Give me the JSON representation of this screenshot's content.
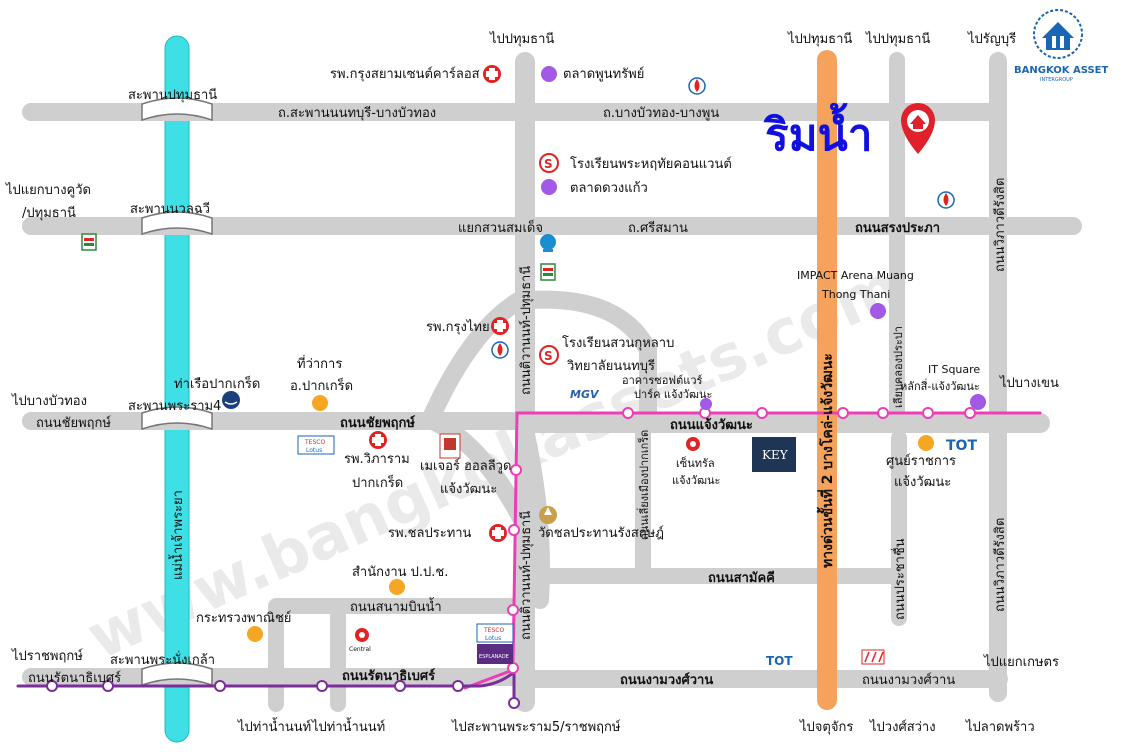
{
  "colors": {
    "road": "#cfcfcf",
    "river": "#3ee0e6",
    "expressway": "#f5a25d",
    "transit_pink": "#ec3fb7",
    "transit_purple": "#7a2e98",
    "station_fill": "#ffffff",
    "title": "#1010e0",
    "poi_orange": "#f5a623",
    "poi_purple": "#a259e6",
    "hospital_red": "#e02424"
  },
  "title": "ริมน้ำ",
  "logo": {
    "name": "BANGKOK ASSET",
    "sub": "INTERGROUP"
  },
  "watermark": "www.bangkokassets.com",
  "directions": {
    "top_pathum_1": "ไปปทุมธานี",
    "top_pathum_2": "ไปปทุมธานี",
    "top_pathum_3": "ไปปทุมธานี",
    "top_rangsit": "ไปรัญบุรี",
    "left_bangkhu_1": "ไปแยกบางคูวัด",
    "left_bangkhu_2": "/ปทุมธานี",
    "left_bangbuathong": "ไปบางบัวทอง",
    "left_ratchaphruek": "ไปราชพฤกษ์",
    "right_bangkhen": "ไปบางเขน",
    "right_kaset": "ไปแยกเกษตร",
    "bottom_thanon_1": "ไปท่าน้ำนนท์",
    "bottom_thanon_2": "ไปท่าน้ำนนท์",
    "bottom_rama5": "ไปสะพานพระราม5/ราชพฤกษ์",
    "bottom_chatuchak": "ไปจตุจักร",
    "bottom_wongsawang": "ไปวงศ์สว่าง",
    "bottom_ladprao": "ไปลาดพร้าว"
  },
  "bridges": {
    "pathum": "สะพานปทุมธานี",
    "nuanchawi": "สะพานนวลฉวี",
    "rama4": "สะพานพระราม4",
    "nangklao": "สะพานพระนั่งเกล้า"
  },
  "roads": {
    "nonthaburi_bangbuathong": "ถ.สะพานนนทบุรี-บางบัวทอง",
    "bangbuathong_bangphun": "ถ.บางบัวทอง-บางพูน",
    "srisaman": "ถ.ศรีสมาน",
    "songprapa": "ถนนสรงประภา",
    "chaiyaphruek_left": "ถนนชัยพฤกษ์",
    "chaiyaphruek": "ถนนชัยพฤกษ์",
    "chaengwattana": "ถนนแจ้งวัฒนะ",
    "samakkhi": "ถนนสามัคคี",
    "sanambinnam": "ถนนสนามบินน้ำ",
    "rattanathibet_left": "ถนนรัตนาธิเบศร์",
    "rattanathibet": "ถนนรัตนาธิเบศร์",
    "ngamwongwan": "ถนนงามวงศ์วาน",
    "ngamwongwan_right": "ถนนงามวงศ์วาน",
    "tiwanon_upper": "ถนนติวานนท์-ปทุมธานี",
    "tiwanon_lower": "ถนนติวานนท์-ปทุมธานี",
    "chaengwattana_exp": "ทางด่วนขั้นที่ 2 บางโคล่-แจ้งวัฒนะ",
    "lakhlongprapa": "เลียบคลองประปา",
    "prachachuen": "ถนนประชาชื่น",
    "vibhavadi_upper": "ถนนวิภาวดีรังสิต",
    "vibhavadi_lower": "ถนนวิภาวดีรังสิต",
    "liang_muang": "ถนนเลี่ยงเมืองปากเกร็ด",
    "chao_phraya": "แม่น้ำเจ้าพระยา",
    "suanson_junction": "แยกสวนสมเด็จ"
  },
  "pois": {
    "siam_hospital": "รพ.กรุงสยามเซนต์คาร์ลอส",
    "market_phun": "ตลาดพูนทรัพย์",
    "school_heart": "โรงเรียนพระหฤทัยคอนแวนต์",
    "market_duangkaew": "ตลาดดวงแก้ว",
    "impact_1": "IMPACT Arena Muang",
    "impact_2": "Thong Thani",
    "krungthai_hospital": "รพ.กรุงไทย",
    "school_suankularb_1": "โรงเรียนสวนกุหลาบ",
    "school_suankularb_2": "วิทยาลัยนนทบุรี",
    "district_office_1": "ที่ว่าการ",
    "district_office_2": "อ.ปากเกร็ด",
    "pier": "ท่าเรือปากเกร็ด",
    "tesco_1": "TESCO",
    "tesco_2": "Lotus",
    "viphavadi_hospital_1": "รพ.วิภาราม",
    "viphavadi_hospital_2": "ปากเกร็ด",
    "major_1": "เมเจอร์ ฮอลลีวูด",
    "major_2": "แจ้งวัฒนะ",
    "sofa_1": "อาคารซอฟต์แวร์",
    "sofa_2": "ปาร์ค แจ้งวัฒนะ",
    "central_1": "เซ็นทรัล",
    "central_2": "แจ้งวัฒนะ",
    "key": "KEY",
    "it_square_1": "IT Square",
    "it_square_2": "หลักสี่-แจ้งวัฒนะ",
    "gov_center_1": "ศูนย์ราชการ",
    "gov_center_2": "แจ้งวัฒนะ",
    "tot": "TOT",
    "chonprathan_hospital": "รพ.ชลประทาน",
    "wat_chonprathan": "วัดชลประทานรังสฤษฎ์",
    "nbc_office": "สำนักงาน ป.ป.ช.",
    "commerce_ministry": "กระทรวงพาณิชย์",
    "central_rattana": "Central",
    "esplanade": "ESPLANADE",
    "mgv": "MGV",
    "tot_bottom": "TOT"
  }
}
